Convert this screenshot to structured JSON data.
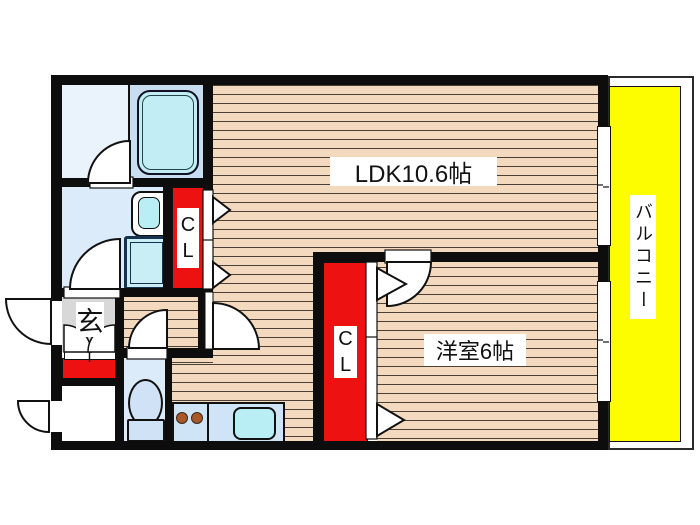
{
  "floorplan": {
    "rooms": {
      "ldk": {
        "label": "LDK10.6帖"
      },
      "western_room": {
        "label": "洋室6帖"
      },
      "balcony": {
        "label": "バルコニー"
      },
      "entrance": {
        "label": "玄"
      },
      "closet1": {
        "letter_top": "C",
        "letter_bottom": "L"
      },
      "closet2": {
        "letter_top": "C",
        "letter_bottom": "L"
      }
    },
    "colors": {
      "wall": "#0d0d0d",
      "floor_wood": "#f3dabf",
      "floor_line": "#4a4036",
      "bath_pale_blue": "#eaf2fc",
      "bath_panel_blue": "#c9ddf1",
      "tub_cyan": "#c3edf4",
      "room_blue": "#dcebfa",
      "fixture_blue": "#cfe2f6",
      "counter_blue": "#cfe4f7",
      "sink_cyan": "#b9eef4",
      "washer_cyan": "#c9eef6",
      "washer_outline": "#16324f",
      "closet_red": "#ee1111",
      "balcony_yellow": "#fdfd00",
      "entrance_gray": "#d8d8d8",
      "burner_brown": "#a8582a"
    }
  }
}
